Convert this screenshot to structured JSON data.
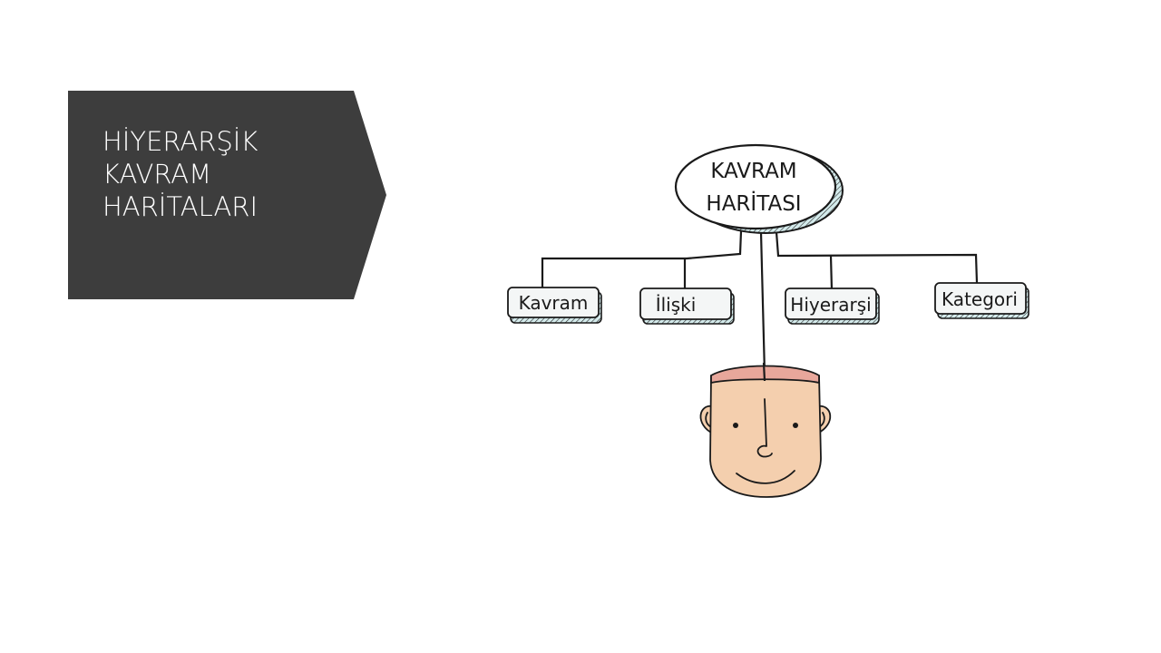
{
  "title": {
    "lines": [
      "HİYERARŞİK",
      "KAVRAM",
      "HARİTALARI"
    ]
  },
  "diagram": {
    "root": {
      "line1": "KAVRAM",
      "line2": "HARİTASI"
    },
    "children": [
      "Kavram",
      "İlişki",
      "Hiyerarşi",
      "Kategori"
    ]
  },
  "colors": {
    "title_bg": "#3d3d3d",
    "title_text": "#ffffff",
    "skin": "#f4cfae",
    "brain": "#e8a79b",
    "node_fill": "#f4f6f6",
    "node_edge": "#a9cfd0"
  }
}
